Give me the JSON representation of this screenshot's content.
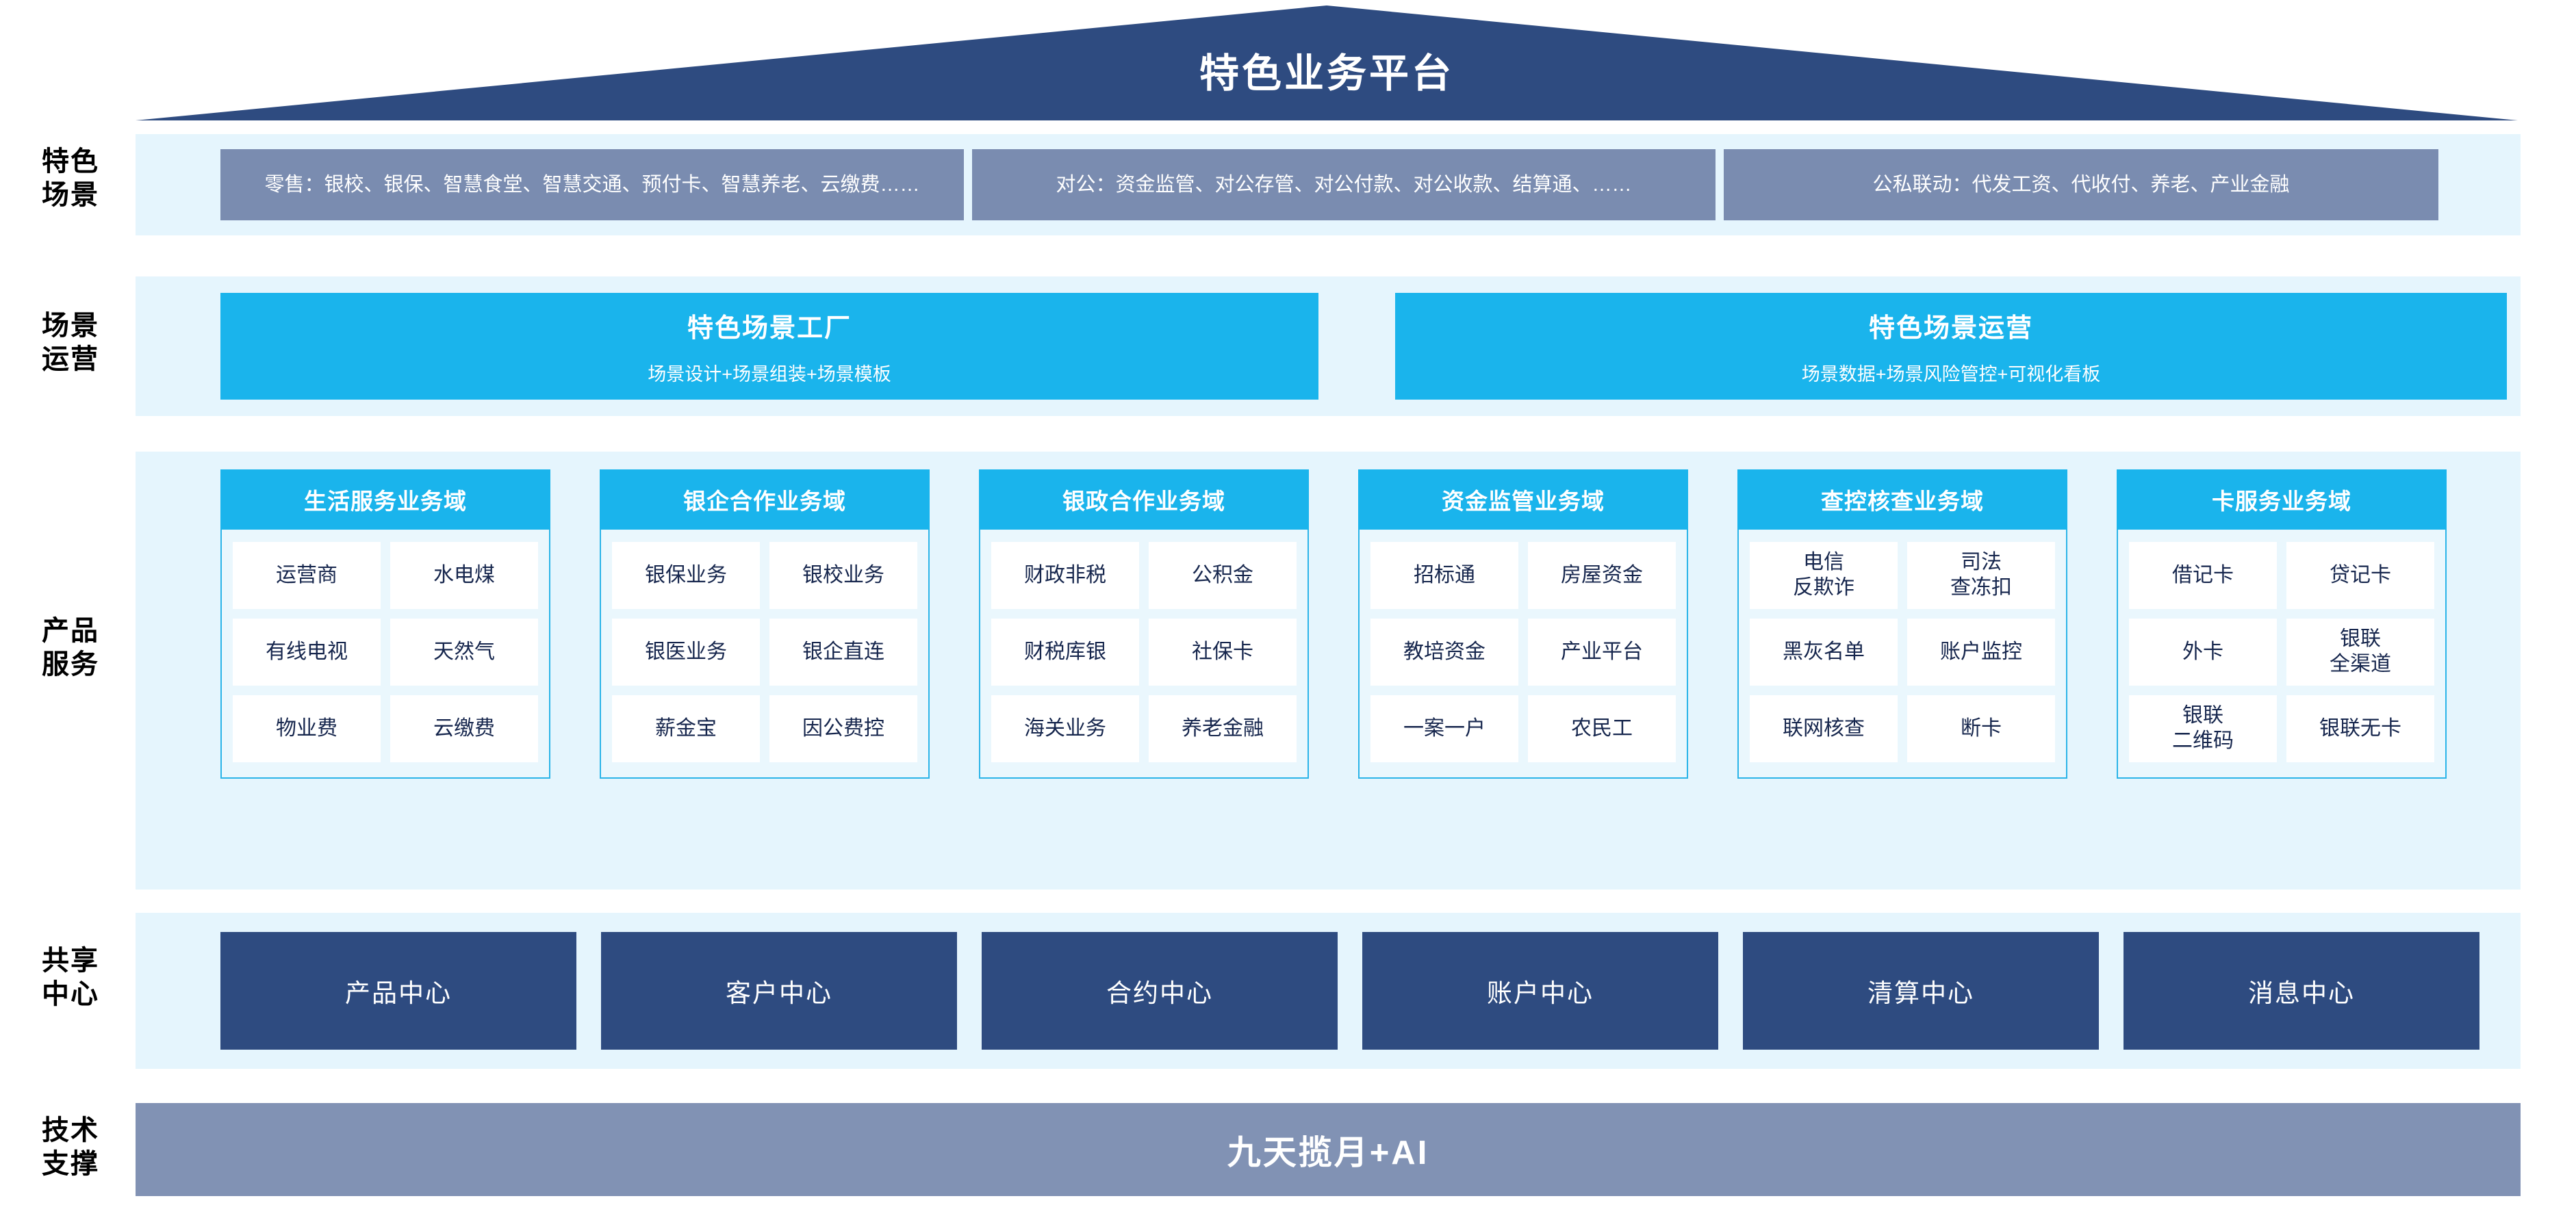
{
  "title": "特色业务平台",
  "colors": {
    "roof": "#2e4b80",
    "band_bg": "#e5f5fd",
    "scene_box": "#7a8cb0",
    "cyan": "#1ab4ec",
    "navy": "#2e4b80",
    "slate": "#8192b4",
    "text_navy": "#16264d"
  },
  "row_labels": [
    "特色\n场景",
    "场景\n运营",
    "产品\n服务",
    "共享\n中心",
    "技术\n支撑"
  ],
  "scenarios": [
    "零售：银校、银保、智慧食堂、智慧交通、预付卡、智慧养老、云缴费……",
    "对公：资金监管、对公存管、对公付款、对公收款、结算通、……",
    "公私联动：代发工资、代收付、养老、产业金融"
  ],
  "scene_operations": [
    {
      "title": "特色场景工厂",
      "subtitle": "场景设计+场景组装+场景模板"
    },
    {
      "title": "特色场景运营",
      "subtitle": "场景数据+场景风险管控+可视化看板"
    }
  ],
  "domains": [
    {
      "header": "生活服务业务域",
      "items": [
        "运营商",
        "水电煤",
        "有线电视",
        "天然气",
        "物业费",
        "云缴费"
      ]
    },
    {
      "header": "银企合作业务域",
      "items": [
        "银保业务",
        "银校业务",
        "银医业务",
        "银企直连",
        "薪金宝",
        "因公费控"
      ]
    },
    {
      "header": "银政合作业务域",
      "items": [
        "财政非税",
        "公积金",
        "财税库银",
        "社保卡",
        "海关业务",
        "养老金融"
      ]
    },
    {
      "header": "资金监管业务域",
      "items": [
        "招标通",
        "房屋资金",
        "教培资金",
        "产业平台",
        "一案一户",
        "农民工"
      ]
    },
    {
      "header": "查控核查业务域",
      "items": [
        "电信\n反欺诈",
        "司法\n查冻扣",
        "黑灰名单",
        "账户监控",
        "联网核查",
        "断卡"
      ]
    },
    {
      "header": "卡服务业务域",
      "items": [
        "借记卡",
        "贷记卡",
        "外卡",
        "银联\n全渠道",
        "银联\n二维码",
        "银联无卡"
      ]
    }
  ],
  "shared_centers": [
    "产品中心",
    "客户中心",
    "合约中心",
    "账户中心",
    "清算中心",
    "消息中心"
  ],
  "tech_support": "九天揽月+AI"
}
